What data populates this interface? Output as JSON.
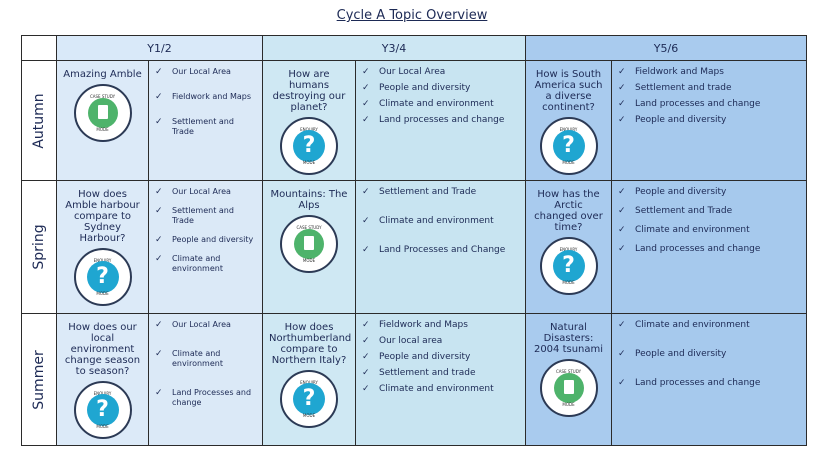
{
  "title": "Cycle A Topic Overview",
  "columns": [
    "Y1/2",
    "Y3/4",
    "Y5/6"
  ],
  "rows": [
    {
      "season": "Autumn",
      "cells": [
        {
          "question": "Amazing Amble",
          "badge": {
            "mode": "case-study",
            "top": "CASE STUDY",
            "bottom": "MODE"
          },
          "topics": [
            "Our Local Area",
            "Fieldwork and Maps",
            "Settlement and Trade"
          ]
        },
        {
          "question": "How are humans destroying our planet?",
          "badge": {
            "mode": "enquiry",
            "top": "ENQUIRY",
            "bottom": "MODE"
          },
          "topics": [
            "Our Local Area",
            "People and diversity",
            "Climate and environment",
            "Land processes and change"
          ]
        },
        {
          "question": "How is South America such a diverse continent?",
          "badge": {
            "mode": "enquiry",
            "top": "ENQUIRY",
            "bottom": "MODE"
          },
          "topics": [
            "Fieldwork and Maps",
            "Settlement and trade",
            "Land processes and change",
            "People and diversity"
          ]
        }
      ]
    },
    {
      "season": "Spring",
      "cells": [
        {
          "question": "How does Amble harbour compare to Sydney Harbour?",
          "badge": {
            "mode": "enquiry",
            "top": "ENQUIRY",
            "bottom": "MODE"
          },
          "topics": [
            "Our Local Area",
            "Settlement and Trade",
            "People and diversity",
            "Climate and environment"
          ]
        },
        {
          "question": "Mountains: The Alps",
          "badge": {
            "mode": "case-study",
            "top": "CASE STUDY",
            "bottom": "MODE"
          },
          "topics": [
            "Settlement and Trade",
            "Climate and environment",
            "Land Processes and Change"
          ]
        },
        {
          "question": "How has the Arctic changed over time?",
          "badge": {
            "mode": "enquiry",
            "top": "ENQUIRY",
            "bottom": "MODE"
          },
          "topics": [
            "People and diversity",
            "Settlement and Trade",
            "Climate and environment",
            "Land processes and change"
          ]
        }
      ]
    },
    {
      "season": "Summer",
      "cells": [
        {
          "question": "How does our local environment change season to season?",
          "badge": {
            "mode": "enquiry",
            "top": "ENQUIRY",
            "bottom": "MODE"
          },
          "topics": [
            "Our Local Area",
            "Climate and environment",
            "Land Processes and change"
          ]
        },
        {
          "question": "How does Northumberland compare to Northern Italy?",
          "badge": {
            "mode": "enquiry",
            "top": "ENQUIRY",
            "bottom": "MODE"
          },
          "topics": [
            "Fieldwork and Maps",
            "Our local area",
            "People and diversity",
            "Settlement and trade",
            "Climate and environment"
          ]
        },
        {
          "question": "Natural Disasters: 2004 tsunami",
          "badge": {
            "mode": "case-study",
            "top": "CASE STUDY",
            "bottom": "MODE"
          },
          "topics": [
            "Climate and environment",
            "People and diversity",
            "Land processes and change"
          ]
        }
      ]
    }
  ]
}
